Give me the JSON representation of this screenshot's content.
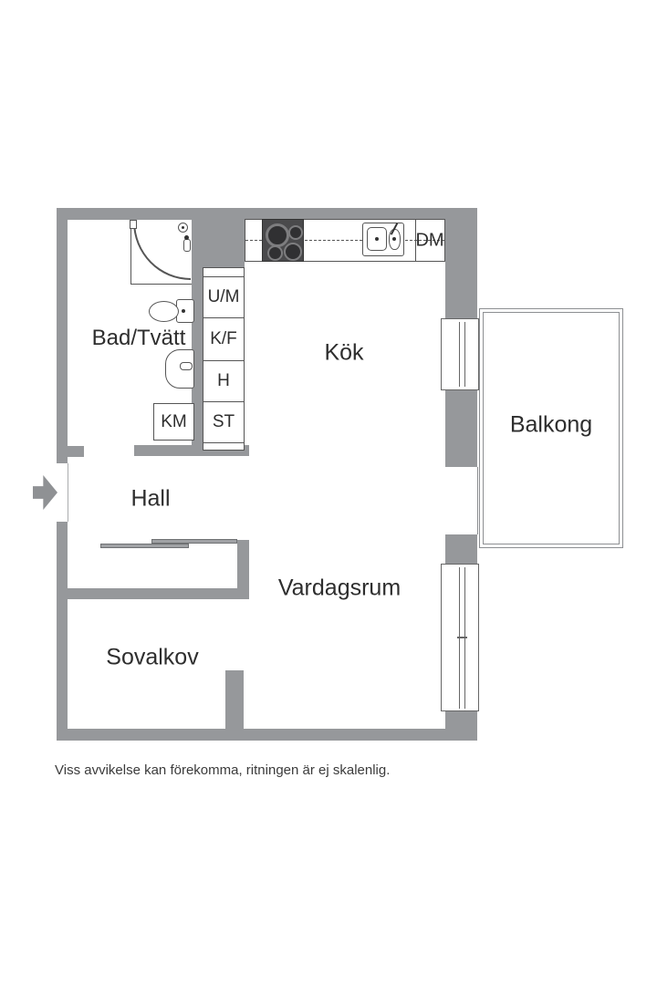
{
  "floorplan": {
    "rooms": {
      "bad_tvatt": "Bad/Tvätt",
      "kok": "Kök",
      "hall": "Hall",
      "vardagsrum": "Vardagsrum",
      "sovalkov": "Sovalkov",
      "balkong": "Balkong"
    },
    "fixtures": {
      "um": "U/M",
      "kf": "K/F",
      "h": "H",
      "st": "ST",
      "km": "KM",
      "dm": "DM"
    },
    "disclaimer": "Viss avvikelse kan förekomma, ritningen är ej skalenlig.",
    "icons": {
      "entry_arrow": "arrow pointing right into entrance",
      "shower": "corner shower with quarter-circle screen",
      "toilet": "toilet seen from above",
      "bath_sink": "wash basin",
      "stove": "4-burner cooktop",
      "kitchen_sink": "double-basin sink with faucet"
    },
    "colors": {
      "wall": "#96989b",
      "line": "#555555",
      "text": "#2e2e2e",
      "stove_body": "#4a4a4c"
    }
  }
}
